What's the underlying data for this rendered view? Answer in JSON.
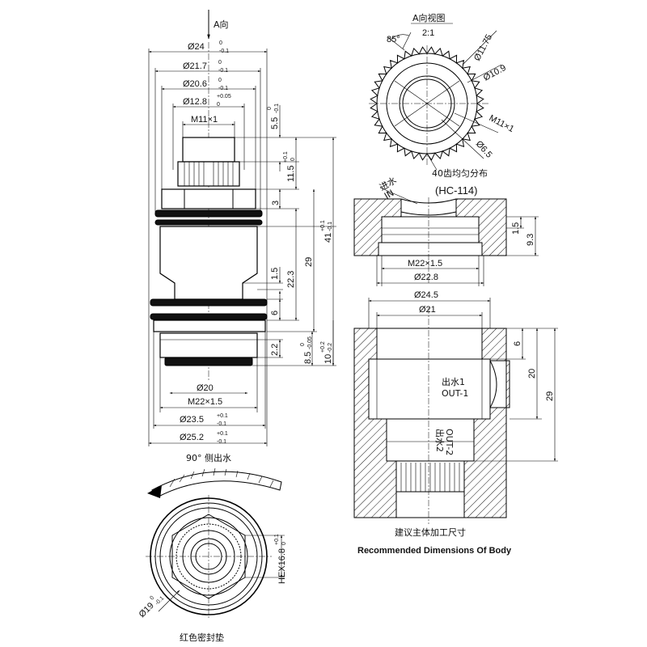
{
  "labels": {
    "direction_a": "A向",
    "view_a_title": "A向视图",
    "view_a_scale": "2:1",
    "side_outlet": "90° 侧出水",
    "red_seal": "红色密封垫",
    "teeth_note": "40齿均匀分布",
    "model": "(HC-114)",
    "inlet_cn": "进水",
    "inlet_en": "IN",
    "out1_cn": "出水1",
    "out1_en": "OUT-1",
    "out2_cn": "出水2",
    "out2_en": "OUT-2",
    "body_note_cn": "建议主体加工尺寸",
    "body_note_en": "Recommended Dimensions Of Body"
  },
  "main_view": {
    "d24": "Ø24",
    "d24_tol_up": "0",
    "d24_tol_lo": "-0.1",
    "d21_7": "Ø21.7",
    "d21_7_tol_up": "0",
    "d21_7_tol_lo": "-0.1",
    "d20_6": "Ø20.6",
    "d20_6_tol_up": "0",
    "d20_6_tol_lo": "-0.1",
    "d12_8": "Ø12.8",
    "d12_8_tol_up": "+0.05",
    "d12_8_tol_lo": "0",
    "m11": "M11×1",
    "h5_5": "5.5",
    "h5_5_tol_up": "0",
    "h5_5_tol_lo": "-0.1",
    "h11_5": "11.5",
    "h11_5_tol_up": "+0.1",
    "h11_5_tol_lo": "0",
    "h3": "3",
    "h41": "41",
    "h41_tol_up": "+0.1",
    "h41_tol_lo": "-0.1",
    "h29": "29",
    "h22_3": "22.3",
    "h1_5": "1.5",
    "h6": "6",
    "h2_2": "2.2",
    "h8_5": "8.5",
    "h8_5_tol_up": "0",
    "h8_5_tol_lo": "-0.05",
    "h10": "10",
    "h10_tol_up": "+0.2",
    "h10_tol_lo": "-0.2",
    "d20": "Ø20",
    "m22": "M22×1.5",
    "d23_5": "Ø23.5",
    "d23_5_tol_up": "+0.1",
    "d23_5_tol_lo": "-0.1",
    "d25_2": "Ø25.2",
    "d25_2_tol_up": "+0.1",
    "d25_2_tol_lo": "-0.1"
  },
  "view_a": {
    "angle": "85°",
    "d11_75": "Ø11.75",
    "d10_9": "Ø10.9",
    "m11": "M11×1",
    "d6_5": "Ø6.5"
  },
  "bottom_view": {
    "hex": "HEX16.8",
    "hex_tol_up": "+0.1",
    "hex_tol_lo": "0",
    "d19": "Ø19",
    "d19_tol_up": "0",
    "d19_tol_lo": "-0.1"
  },
  "section_top": {
    "h1_5": "1.5",
    "h9_3": "9.3",
    "m22": "M22×1.5",
    "d22_8": "Ø22.8"
  },
  "section_body": {
    "d24_5": "Ø24.5",
    "d21": "Ø21",
    "h6": "6",
    "h20": "20",
    "h29": "29"
  }
}
